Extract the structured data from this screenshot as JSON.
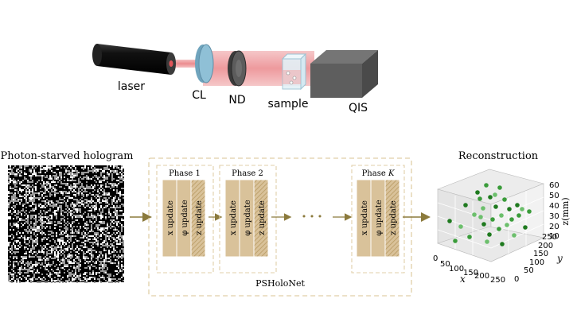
{
  "setup": {
    "laser_label": "laser",
    "cl_label": "CL",
    "nd_label": "ND",
    "sample_label": "sample",
    "qis_label": "QIS",
    "beam_color": "#e8878b"
  },
  "hologram": {
    "title": "Photon-starved hologram"
  },
  "network": {
    "name": "PSHoloNet",
    "phases": [
      {
        "title": "Phase 1"
      },
      {
        "title": "Phase 2"
      },
      {
        "title": "Phase K"
      }
    ],
    "updates": [
      "x update",
      "φ update",
      "z update"
    ],
    "ellipsis": "• • •",
    "block_color": "#d9c29a",
    "arrow_color": "#8b7a3c",
    "dash_color": "#e0cfa8"
  },
  "reconstruction": {
    "title": "Reconstruction",
    "x_label": "x",
    "y_label": "y",
    "z_label": "z(mm)",
    "x_ticks": [
      "0",
      "50",
      "100",
      "150",
      "200",
      "250"
    ],
    "y_ticks": [
      "0",
      "50",
      "100",
      "150",
      "200",
      "250"
    ],
    "z_ticks": [
      "10",
      "20",
      "30",
      "40",
      "50",
      "60"
    ],
    "point_color": "#2e8b2e"
  }
}
